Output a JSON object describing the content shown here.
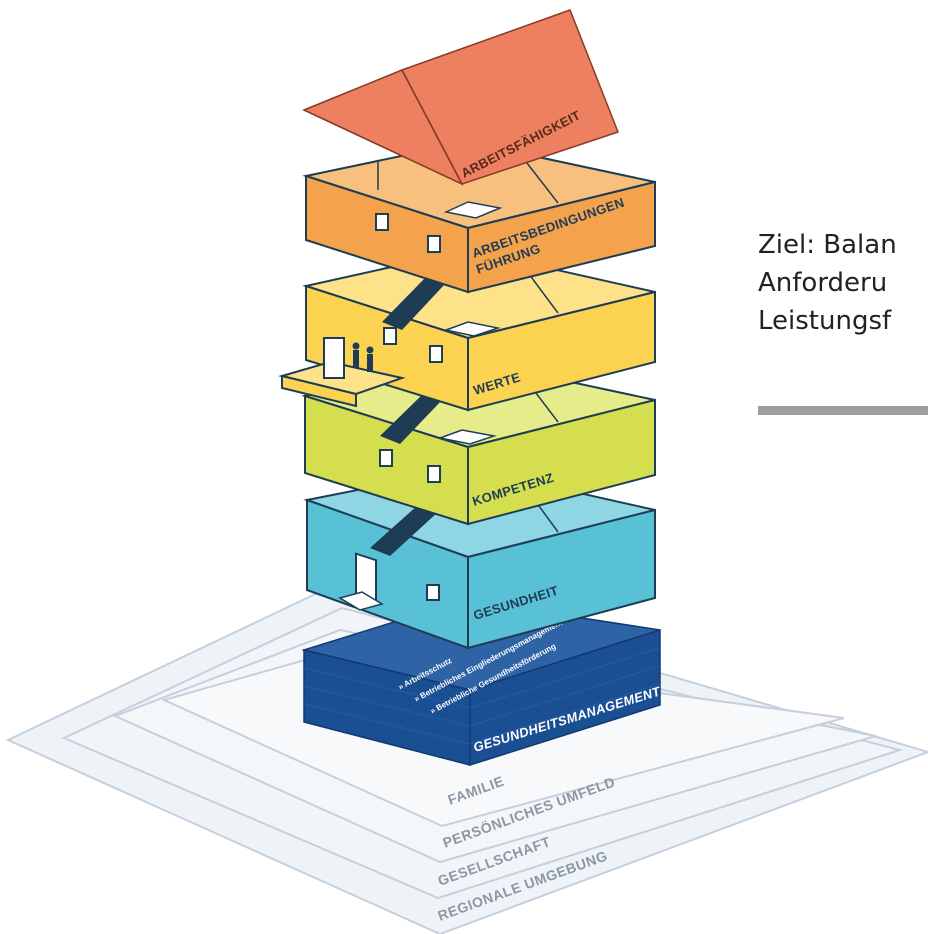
{
  "house": {
    "roof_label": "ARBEITSFÄHIGKEIT",
    "floors": [
      {
        "key": "arbeitsbedingungen",
        "label_line1": "ARBEITSBEDINGUNGEN",
        "label_line2": "FÜHRUNG",
        "color": "#f4a24c"
      },
      {
        "key": "werte",
        "label_line1": "WERTE",
        "label_line2": "",
        "color": "#fcd350"
      },
      {
        "key": "kompetenz",
        "label_line1": "KOMPETENZ",
        "label_line2": "",
        "color": "#d5de4f"
      },
      {
        "key": "gesundheit",
        "label_line1": "GESUNDHEIT",
        "label_line2": "",
        "color": "#58c1d6"
      }
    ],
    "roof_color": "#ee8062",
    "foundation": {
      "color": "#1a4f93",
      "title": "GESUNDHEITSMANAGEMENT",
      "items": [
        "» Arbeitsschutz",
        "» Betriebliches Eingliederungsmanagement",
        "» Betriebliche Gesundheitsförderung"
      ]
    }
  },
  "ground_layers": [
    "FAMILIE",
    "PERSÖNLICHES UMFELD",
    "GESELLSCHAFT",
    "REGIONALE UMGEBUNG"
  ],
  "goal": {
    "line1": "Ziel: Balan",
    "line2": "Anforderu",
    "line3": "Leistungsf"
  }
}
